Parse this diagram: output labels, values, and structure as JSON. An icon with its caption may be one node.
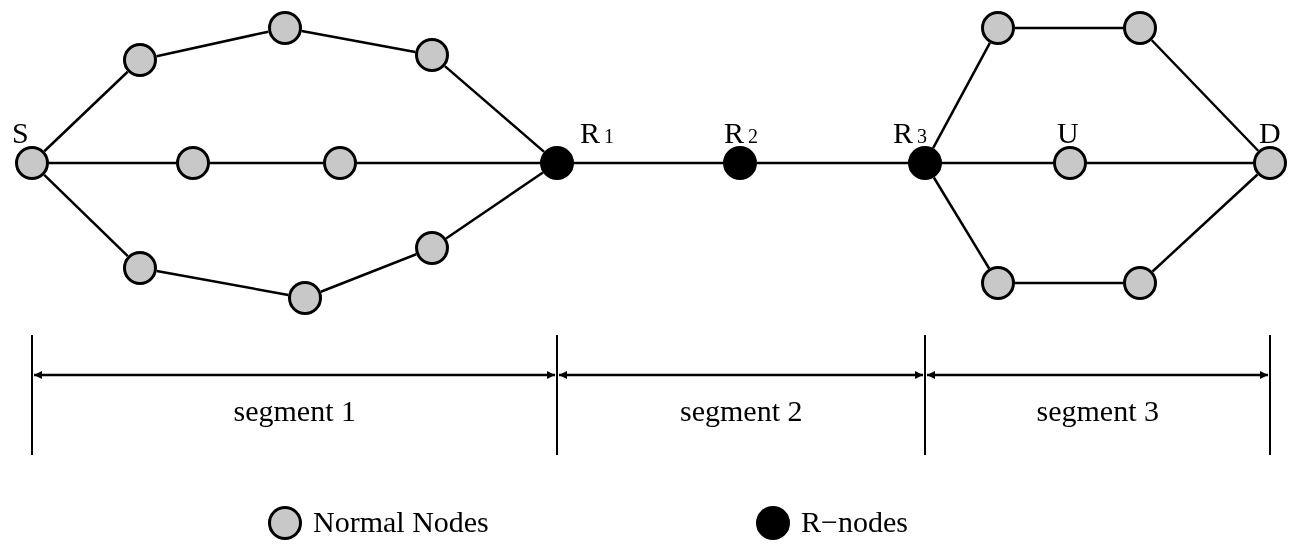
{
  "diagram": {
    "nodes": [
      {
        "text": [],
        "shape": "circle",
        "beside": [
          "S"
        ]
      },
      {
        "text": [],
        "shape": "circle"
      },
      {
        "text": [],
        "shape": "circle"
      },
      {
        "text": [],
        "shape": "circle"
      },
      {
        "text": [],
        "shape": "circle"
      },
      {
        "text": [],
        "shape": "circle"
      },
      {
        "text": [],
        "shape": "circle"
      },
      {
        "text": [],
        "shape": "circle"
      },
      {
        "text": [],
        "shape": "circle"
      },
      {
        "text": [],
        "shape": "dot",
        "beside": [
          "R$_{1}$"
        ]
      },
      {
        "text": [],
        "shape": "dot",
        "beside": [
          "R$_{2}$"
        ]
      },
      {
        "text": [],
        "shape": "dot",
        "beside": [
          "R$_{3}$"
        ]
      },
      {
        "text": [],
        "shape": "circle"
      },
      {
        "text": [],
        "shape": "circle"
      },
      {
        "text": [],
        "shape": "circle",
        "beside": [
          "U"
        ]
      },
      {
        "text": [],
        "shape": "circle"
      },
      {
        "text": [],
        "shape": "circle"
      },
      {
        "text": [],
        "shape": "circle",
        "beside": [
          "D"
        ]
      }
    ],
    "edges": [
      {
        "from": 0,
        "to": 1,
        "arrow": "none"
      },
      {
        "from": 1,
        "to": 2,
        "arrow": "none"
      },
      {
        "from": 2,
        "to": 3,
        "arrow": "none"
      },
      {
        "from": 3,
        "to": 9,
        "arrow": "none"
      },
      {
        "from": 0,
        "to": 4,
        "arrow": "none"
      },
      {
        "from": 4,
        "to": 5,
        "arrow": "none"
      },
      {
        "from": 5,
        "to": 9,
        "arrow": "none"
      },
      {
        "from": 0,
        "to": 6,
        "arrow": "none"
      },
      {
        "from": 6,
        "to": 7,
        "arrow": "none"
      },
      {
        "from": 7,
        "to": 8,
        "arrow": "none"
      },
      {
        "from": 8,
        "to": 9,
        "arrow": "none"
      },
      {
        "from": 9,
        "to": 10,
        "arrow": "none"
      },
      {
        "from": 10,
        "to": 11,
        "arrow": "none"
      },
      {
        "from": 11,
        "to": 12,
        "arrow": "none"
      },
      {
        "from": 12,
        "to": 13,
        "arrow": "none"
      },
      {
        "from": 13,
        "to": 17,
        "arrow": "none"
      },
      {
        "from": 11,
        "to": 14,
        "arrow": "none"
      },
      {
        "from": 14,
        "to": 17,
        "arrow": "none"
      },
      {
        "from": 11,
        "to": 15,
        "arrow": "none"
      },
      {
        "from": 15,
        "to": 16,
        "arrow": "none"
      },
      {
        "from": 16,
        "to": 17,
        "arrow": "none"
      }
    ],
    "labels": [
      "segment 1",
      "segment 2",
      "segment 3"
    ],
    "legend": [
      {
        "text": "Normal Nodes",
        "color": "#c8c8c8"
      },
      {
        "text": "R−nodes",
        "color": "#000000"
      }
    ]
  }
}
